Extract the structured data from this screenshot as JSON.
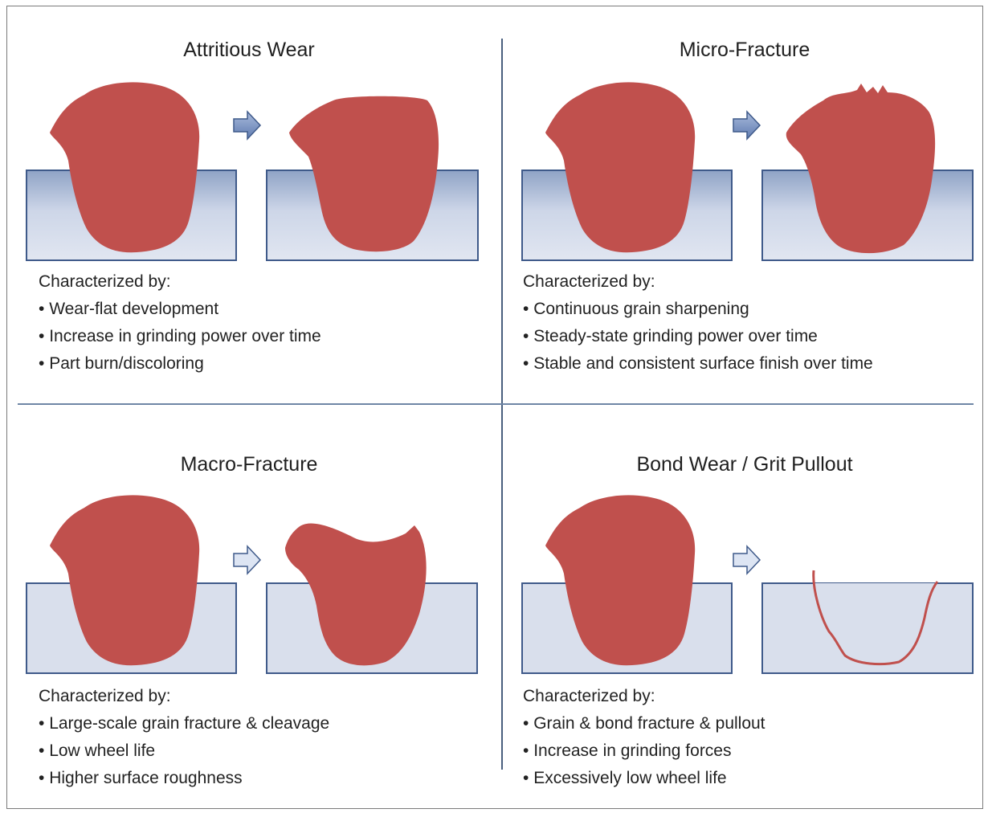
{
  "quadrants": [
    {
      "title": "Attritious Wear",
      "heading": "Characterized by:",
      "bullets": [
        "Wear-flat development",
        "Increase in grinding power over time",
        "Part burn/discoloring"
      ],
      "after_state": "grain-worn-flat"
    },
    {
      "title": "Micro-Fracture",
      "heading": "Characterized by:",
      "bullets": [
        "Continuous grain sharpening",
        "Steady-state grinding power over time",
        "Stable and consistent surface finish over time"
      ],
      "after_state": "grain-micro-fractured"
    },
    {
      "title": "Macro-Fracture",
      "heading": "Characterized by:",
      "bullets": [
        "Large-scale grain fracture & cleavage",
        "Low wheel life",
        "Higher surface roughness"
      ],
      "after_state": "grain-macro-fractured"
    },
    {
      "title": "Bond Wear / Grit Pullout",
      "heading": "Characterized by:",
      "bullets": [
        "Grain & bond fracture & pullout",
        "Increase in grinding forces",
        "Excessively low wheel life"
      ],
      "after_state": "grain-pulled-out"
    }
  ],
  "colors": {
    "grain": "#c0504d",
    "bond_top": "#95a8c9",
    "bond_bottom": "#dde3ef",
    "bond_flat": "#d9dfec",
    "bond_border": "#3f5a8a",
    "arrow_fill": "#7f97c4",
    "divider": "#4a5f7f"
  }
}
